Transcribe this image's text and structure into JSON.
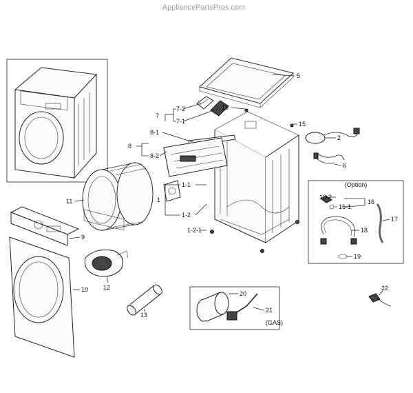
{
  "watermark": "AppliancePartsPros.com",
  "option_label": "(Option)",
  "gas_label": "(GAS)",
  "callouts": {
    "c1": "1",
    "c1_1": "1-1",
    "c1_2": "1-2",
    "c1_2_1": "1-2-1",
    "c2": "2",
    "c5": "5",
    "c6": "6",
    "c7": "7",
    "c7_1": "7-1",
    "c7_2": "7-2",
    "c8": "8",
    "c8_1": "8-1",
    "c8_2": "8-2",
    "c9": "9",
    "c10": "10",
    "c11": "11",
    "c12": "12",
    "c13": "13",
    "c15a": "15",
    "c15b": "15",
    "c16": "16",
    "c16_1": "16-1",
    "c16_2": "16-2",
    "c17": "17",
    "c18": "18",
    "c19": "19",
    "c20": "20",
    "c21": "21",
    "c22": "22"
  }
}
